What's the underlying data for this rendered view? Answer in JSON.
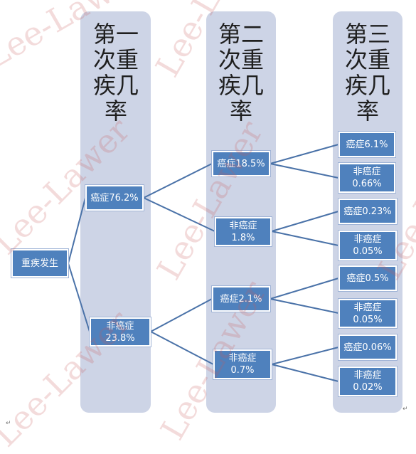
{
  "columns": [
    {
      "header": "第一次重疾几率"
    },
    {
      "header": "第二次重疾几率"
    },
    {
      "header": "第三次重疾几率"
    }
  ],
  "nodes": {
    "root": "重疾发生",
    "l1_cancer": "癌症76.2%",
    "l1_noncancer": "非癌症\n23.8%",
    "l2_a_cancer": "癌症18.5%",
    "l2_a_noncancer": "非癌症\n1.8%",
    "l2_b_cancer": "癌症2.1%",
    "l2_b_noncancer": "非癌症\n0.7%",
    "l3_aa_cancer": "癌症6.1%",
    "l3_aa_noncancer": "非癌症\n0.66%",
    "l3_ab_cancer": "癌症0.23%",
    "l3_ab_noncancer": "非癌症\n0.05%",
    "l3_ba_cancer": "癌症0.5%",
    "l3_ba_noncancer": "非癌症\n0.05%",
    "l3_bb_cancer": "癌症0.06%",
    "l3_bb_noncancer": "非癌症\n0.02%"
  },
  "watermark": "Lee-Lawer",
  "paragraph_mark": "↵",
  "colors": {
    "panel": "#cdd4e6",
    "node": "#4f81bd",
    "connector": "#4a72a8"
  }
}
